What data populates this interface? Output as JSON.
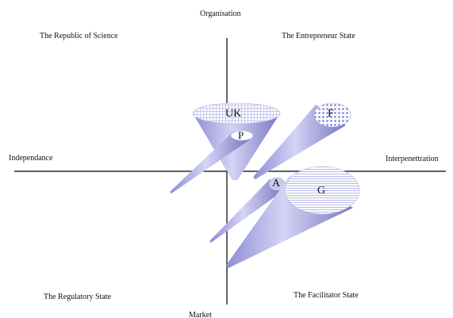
{
  "axes": {
    "top": "Organisation",
    "bottom": "Market",
    "left": "Independance",
    "right": "Interpenettration"
  },
  "quadrants": {
    "top_left": "The Republic of Science",
    "top_right": "The Entrepreneur State",
    "bottom_left": "The Regulatory State",
    "bottom_right": "The Facilitator State"
  },
  "cones": {
    "uk": "UK",
    "p": "P",
    "f": "F",
    "a": "A",
    "g": "G"
  },
  "colors": {
    "cone_fill": "#a9a9e6",
    "cone_shadow": "#7c7cc4",
    "axis": "#000000"
  }
}
